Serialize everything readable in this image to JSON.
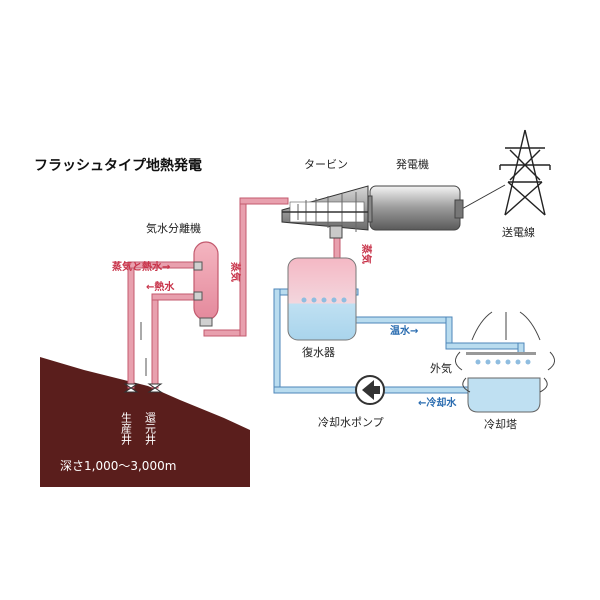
{
  "diagram": {
    "title": "フラッシュタイプ地熱発電",
    "labels": {
      "turbine": "タービン",
      "generator": "発電機",
      "transmission": "送電線",
      "separator": "気水分離機",
      "steam_and_hot_water": "蒸気と熱水→",
      "hot_water": "←熱水",
      "steam_vertical": "蒸気",
      "condenser": "復水器",
      "warm_water": "温水→",
      "outside_air": "外気",
      "cooling_water": "←冷却水",
      "cooling_tower": "冷却塔",
      "cooling_pump": "冷却水ポンプ",
      "production_well": "生産井",
      "injection_well": "還元井",
      "depth": "深さ1,000〜3,000m"
    },
    "colors": {
      "steam_pipe": "#e8a0ae",
      "steam_pipe_stroke": "#c35a6e",
      "water_pipe": "#b9dcef",
      "water_pipe_stroke": "#4d86b9",
      "ground": "#5a1e1c",
      "red_text": "#c8344a",
      "blue_text": "#2a6cb0"
    }
  }
}
